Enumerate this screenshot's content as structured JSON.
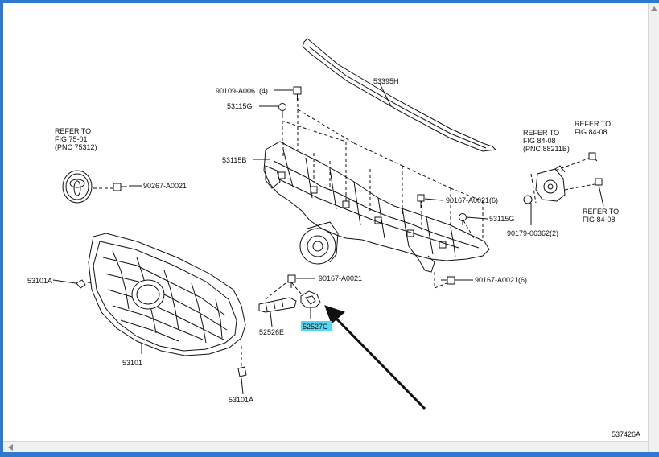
{
  "diagram": {
    "figure_id": "537426A",
    "labels": {
      "refer_left_1": "REFER TO",
      "refer_left_2": "FIG 75-01",
      "refer_left_3": "(PNC 75312)",
      "emblem_bolt": "90267-A0021",
      "grille": "53101",
      "clip_left": "53101A",
      "clip_bottom": "53101A",
      "bracket_upper_bolt": "90109-A0061(4)",
      "retainer_upper": "53115G",
      "retainer_right": "53115G",
      "support": "53115B",
      "top_strip": "53395H",
      "center_bolt": "90167-A0021(6)",
      "bottom_bolt": "90167-A0021(6)",
      "lower_bolt": "90167-A0021",
      "duct": "52526E",
      "clip_selected": "52527C",
      "refer_r1_1": "REFER TO",
      "refer_r1_2": "FIG 84-08",
      "refer_r1_3": "(PNC 88211B)",
      "refer_r2_1": "REFER TO",
      "refer_r2_2": "FIG 84-08",
      "refer_r3_1": "REFER TO",
      "refer_r3_2": "FIG 84-08",
      "sensor_nut": "90179-06362(2)"
    },
    "highlight_color": "#56d8f0",
    "frame_color": "#2e78d0"
  }
}
